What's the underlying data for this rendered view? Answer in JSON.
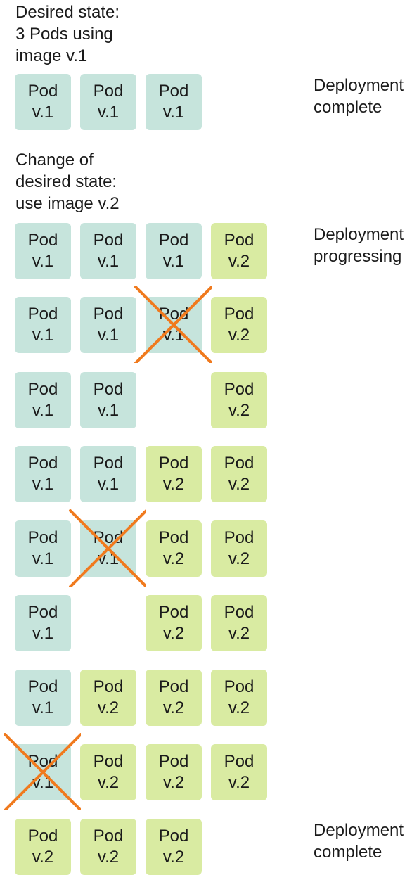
{
  "captions": {
    "initial": "Desired state:\n3 Pods using\nimage v.1",
    "change": "Change of\ndesired state:\nuse image v.2"
  },
  "statuses": {
    "first": "Deployment\ncomplete",
    "progressing": "Deployment\nprogressing",
    "final": "Deployment\ncomplete"
  },
  "pod_label": "Pod",
  "version_labels": {
    "v1": "v.1",
    "v2": "v.2"
  },
  "colors": {
    "v1": "#c6e4dc",
    "v2": "#d9eba2",
    "cross": "#f07a1e"
  },
  "icons": {
    "terminated": "x-cross-icon"
  },
  "rows": [
    {
      "pods": [
        "v1",
        "v1",
        "v1",
        null
      ]
    },
    {
      "pods": [
        "v1",
        "v1",
        "v1",
        "v2"
      ]
    },
    {
      "pods": [
        "v1",
        "v1",
        "v1",
        "v2"
      ],
      "terminating": 2
    },
    {
      "pods": [
        "v1",
        "v1",
        null,
        "v2"
      ]
    },
    {
      "pods": [
        "v1",
        "v1",
        "v2",
        "v2"
      ]
    },
    {
      "pods": [
        "v1",
        "v1",
        "v2",
        "v2"
      ],
      "terminating": 1
    },
    {
      "pods": [
        "v1",
        null,
        "v2",
        "v2"
      ]
    },
    {
      "pods": [
        "v1",
        "v2",
        "v2",
        "v2"
      ]
    },
    {
      "pods": [
        "v1",
        "v2",
        "v2",
        "v2"
      ],
      "terminating": 0
    },
    {
      "pods": [
        "v2",
        "v2",
        "v2",
        null
      ]
    }
  ]
}
